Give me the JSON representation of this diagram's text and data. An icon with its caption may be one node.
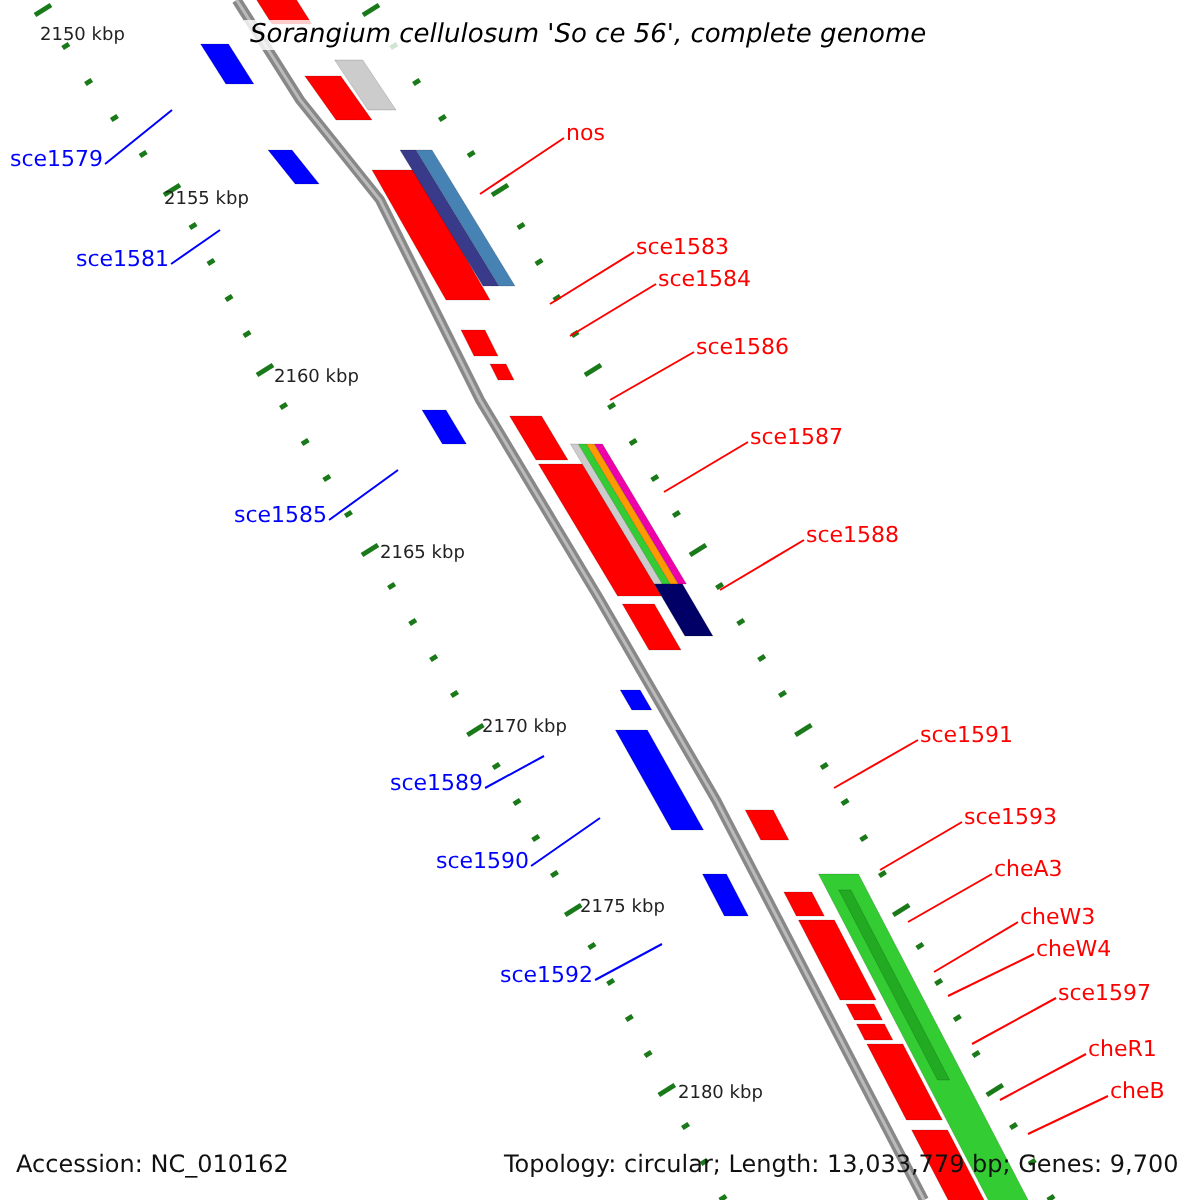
{
  "diagram": {
    "title": "Sorangium cellulosum 'So ce 56', complete genome",
    "nodes": [
      {
        "text": [
          "nos"
        ]
      },
      {
        "text": [
          "sce1579"
        ]
      },
      {
        "text": [
          "sce1583"
        ]
      },
      {
        "text": [
          "sce1581"
        ]
      },
      {
        "text": [
          "sce1584"
        ]
      },
      {
        "text": [
          "sce1586"
        ]
      },
      {
        "text": [
          "sce1587"
        ]
      },
      {
        "text": [
          "sce1585"
        ]
      },
      {
        "text": [
          "sce1588"
        ]
      },
      {
        "text": [
          "sce1591"
        ]
      },
      {
        "text": [
          "sce1589"
        ]
      },
      {
        "text": [
          "sce1593"
        ]
      },
      {
        "text": [
          "sce1590"
        ]
      },
      {
        "text": [
          "cheA3"
        ]
      },
      {
        "text": [
          "cheW3"
        ]
      },
      {
        "text": [
          "cheW4"
        ]
      },
      {
        "text": [
          "sce1592"
        ]
      },
      {
        "text": [
          "sce1597"
        ]
      },
      {
        "text": [
          "cheR1"
        ]
      },
      {
        "text": [
          "cheB"
        ]
      }
    ],
    "edges": [
      {
        "from": 0,
        "to": null,
        "arrow": "none"
      },
      {
        "from": 1,
        "to": null,
        "arrow": "none",
        "color": "#0000ff"
      },
      {
        "from": 2,
        "to": null,
        "arrow": "none"
      },
      {
        "from": 3,
        "to": null,
        "arrow": "none",
        "color": "#0000ff"
      },
      {
        "from": 4,
        "to": null,
        "arrow": "none"
      },
      {
        "from": 5,
        "to": null,
        "arrow": "none"
      },
      {
        "from": 6,
        "to": null,
        "arrow": "none"
      },
      {
        "from": 7,
        "to": null,
        "arrow": "none",
        "color": "#0000ff"
      },
      {
        "from": 8,
        "to": null,
        "arrow": "none"
      },
      {
        "from": 9,
        "to": null,
        "arrow": "none"
      },
      {
        "from": 10,
        "to": null,
        "arrow": "none",
        "color": "#0000ff"
      },
      {
        "from": 11,
        "to": null,
        "arrow": "none"
      },
      {
        "from": 12,
        "to": null,
        "arrow": "none",
        "color": "#0000ff"
      },
      {
        "from": 13,
        "to": null,
        "arrow": "none"
      },
      {
        "from": 14,
        "to": null,
        "arrow": "none"
      },
      {
        "from": 15,
        "to": null,
        "arrow": "none"
      },
      {
        "from": 16,
        "to": null,
        "arrow": "none",
        "color": "#0000ff"
      },
      {
        "from": 17,
        "to": null,
        "arrow": "none"
      },
      {
        "from": 18,
        "to": null,
        "arrow": "none"
      },
      {
        "from": 19,
        "to": null,
        "arrow": "none"
      }
    ],
    "labels": [
      "2150 kbp",
      "2155 kbp",
      "2160 kbp",
      "2165 kbp",
      "2170 kbp",
      "2175 kbp",
      "2180 kbp",
      "Accession: NC_010162",
      "Topology: circular; Length: 13,033,779 bp; Genes: 9,700"
    ]
  }
}
